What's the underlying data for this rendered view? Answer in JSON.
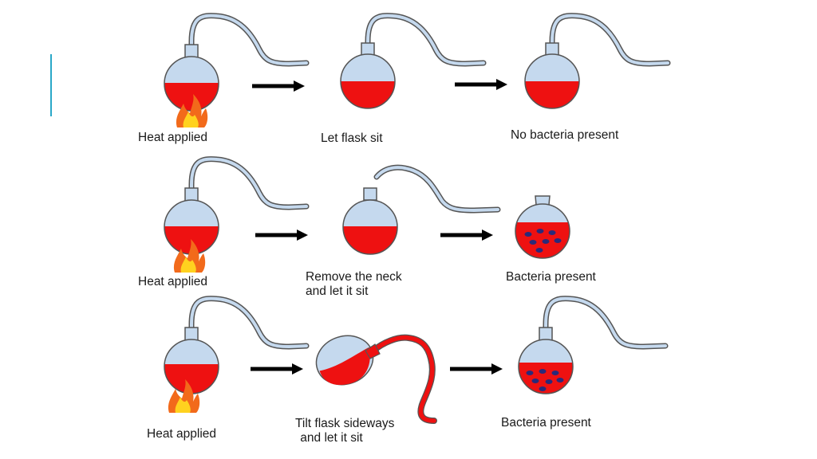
{
  "colors": {
    "liquid": "#ee1111",
    "glass": "#c5d9ee",
    "glass_outline": "#555555",
    "arrow": "#000000",
    "bacteria": "#2a2a7a",
    "accent": "#2aa8c8",
    "flame_outer": "#f26a1b",
    "flame_inner": "#ffd21f"
  },
  "icons": {
    "flame": "fire-icon",
    "arrow": "right-arrow-icon",
    "flask": "swan-neck-flask-icon"
  },
  "rows": [
    {
      "steps": [
        {
          "label": "Heat applied",
          "bacteria": false
        },
        {
          "label": "Let flask sit",
          "bacteria": false
        },
        {
          "label": "No bacteria present",
          "bacteria": false
        }
      ]
    },
    {
      "steps": [
        {
          "label": "Heat applied",
          "bacteria": false
        },
        {
          "label": "Remove the neck",
          "label_line2": "and let it sit",
          "bacteria": false
        },
        {
          "label": "Bacteria present",
          "bacteria": true
        }
      ]
    },
    {
      "steps": [
        {
          "label": "Heat applied",
          "bacteria": false
        },
        {
          "label": "Tilt flask sideways",
          "label_line2": " and let it sit",
          "bacteria": false
        },
        {
          "label": "Bacteria present",
          "bacteria": true
        }
      ]
    }
  ]
}
